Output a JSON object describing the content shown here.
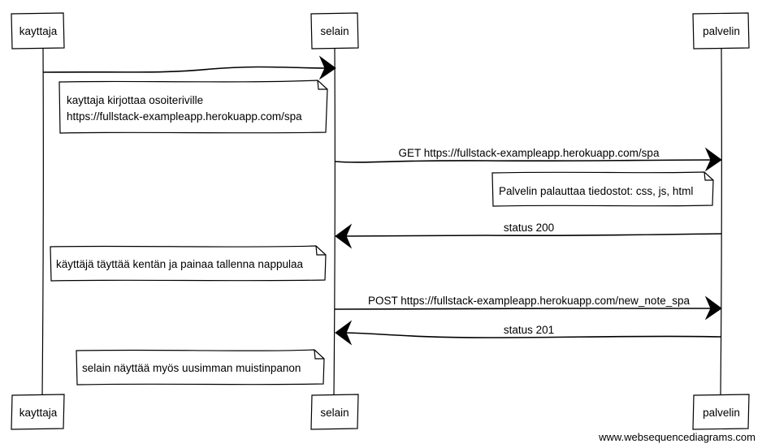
{
  "participants": [
    {
      "id": "kayttaja",
      "label": "kayttaja"
    },
    {
      "id": "selain",
      "label": "selain"
    },
    {
      "id": "palvelin",
      "label": "palvelin"
    }
  ],
  "messages": [
    {
      "label": ""
    },
    {
      "label": "GET https://fullstack-exampleapp.herokuapp.com/spa"
    },
    {
      "label": "status 200"
    },
    {
      "label": "POST https://fullstack-exampleapp.herokuapp.com/new_note_spa"
    },
    {
      "label": "status 201"
    }
  ],
  "notes": [
    {
      "lines": [
        "kayttaja kirjottaa osoiteriville",
        "https://fullstack-exampleapp.herokuapp.com/spa"
      ]
    },
    {
      "lines": [
        "Palvelin palauttaa tiedostot: css, js, html"
      ]
    },
    {
      "lines": [
        "käyttäjä täyttää kentän ja painaa tallenna nappulaa"
      ]
    },
    {
      "lines": [
        "selain näyttää myös uusimman muistinpanon"
      ]
    }
  ],
  "watermark": "www.websequencediagrams.com"
}
